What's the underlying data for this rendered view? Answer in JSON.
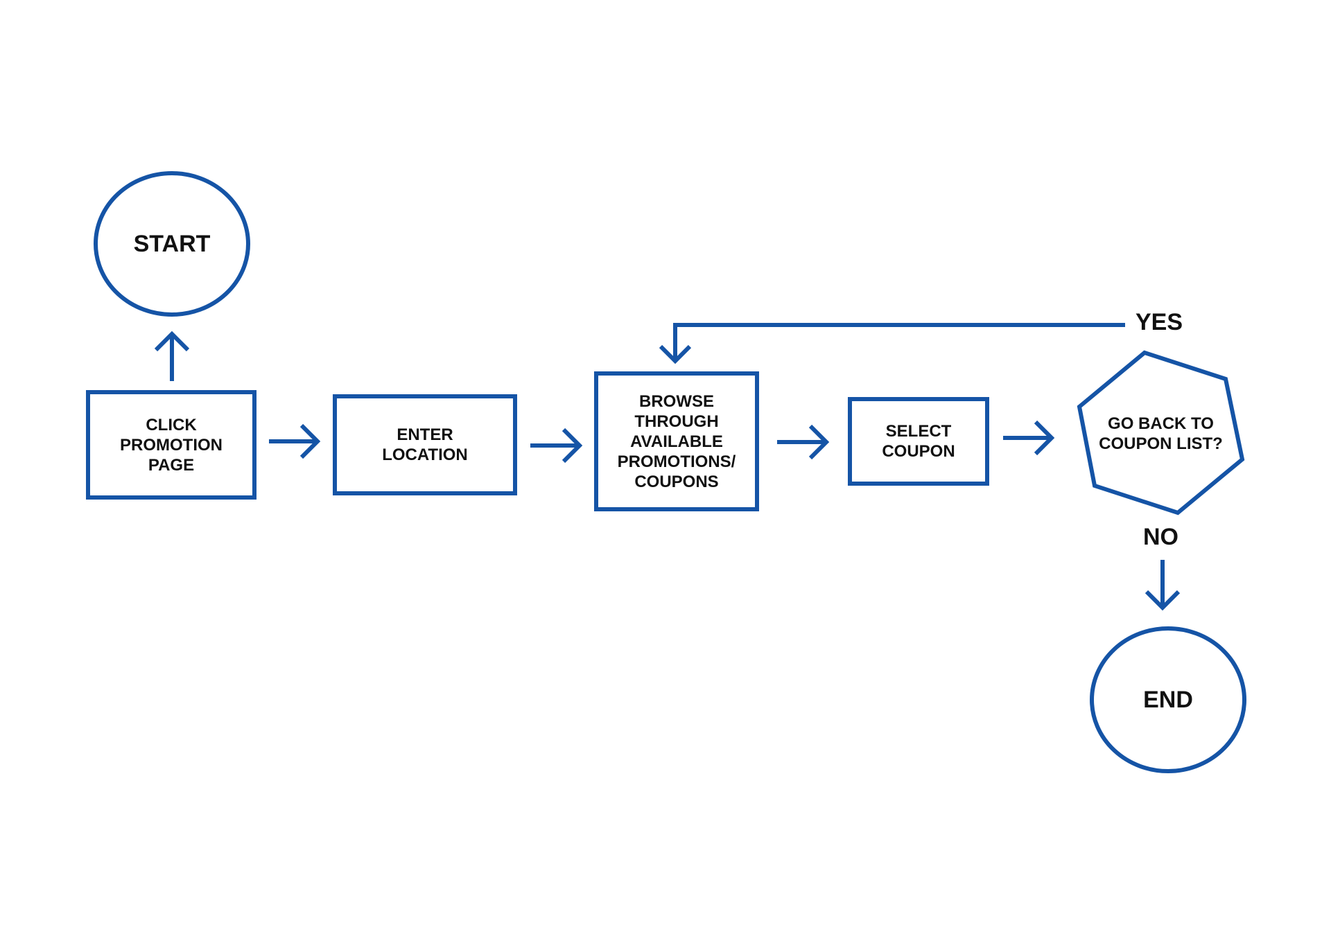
{
  "colors": {
    "stroke": "#1554a6",
    "text": "#111111",
    "background": "#ffffff"
  },
  "nodes": {
    "start": {
      "label": "START",
      "shape": "ellipse"
    },
    "click_promotion_page": {
      "label": "CLICK\nPROMOTION\nPAGE",
      "shape": "rectangle"
    },
    "enter_location": {
      "label": "ENTER\nLOCATION",
      "shape": "rectangle"
    },
    "browse_promotions": {
      "label": "BROWSE\nTHROUGH\nAVAILABLE\nPROMOTIONS/\nCOUPONS",
      "shape": "rectangle"
    },
    "select_coupon": {
      "label": "SELECT\nCOUPON",
      "shape": "rectangle"
    },
    "go_back_decision": {
      "label": "GO BACK TO\nCOUPON LIST?",
      "shape": "hexagon"
    },
    "end": {
      "label": "END",
      "shape": "ellipse"
    }
  },
  "edges": {
    "yes_label": "YES",
    "no_label": "NO"
  }
}
